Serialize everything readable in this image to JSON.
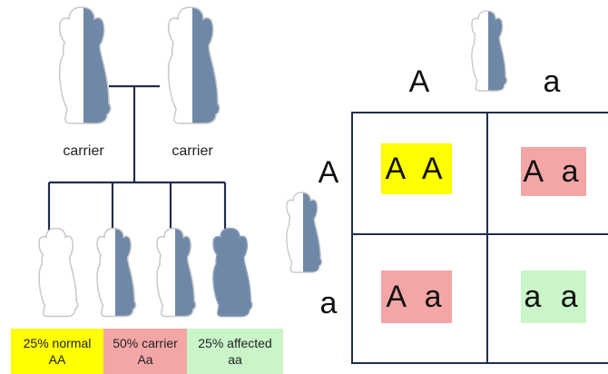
{
  "parents": {
    "left_label": "carrier",
    "right_label": "carrier"
  },
  "punnett": {
    "top_alleles": [
      "A",
      "a"
    ],
    "side_alleles": [
      "A",
      "a"
    ],
    "cells": [
      {
        "text": "A A",
        "color": "#ffff00"
      },
      {
        "text": "A a",
        "color": "#f4a6a6"
      },
      {
        "text": "A a",
        "color": "#f4a6a6"
      },
      {
        "text": "a a",
        "color": "#c9f5c9"
      }
    ]
  },
  "legend": [
    {
      "line1": "25% normal",
      "line2": "AA",
      "color": "#ffff00"
    },
    {
      "line1": "50% carrier",
      "line2": "Aa",
      "color": "#f4a6a6"
    },
    {
      "line1": "25% affected",
      "line2": "aa",
      "color": "#c9f5c9"
    }
  ],
  "dog_colors": {
    "fill": "#ffffff",
    "dark": "#6f88a8",
    "outline": "#c8c8c8"
  },
  "line_color": "#1f2e4f"
}
